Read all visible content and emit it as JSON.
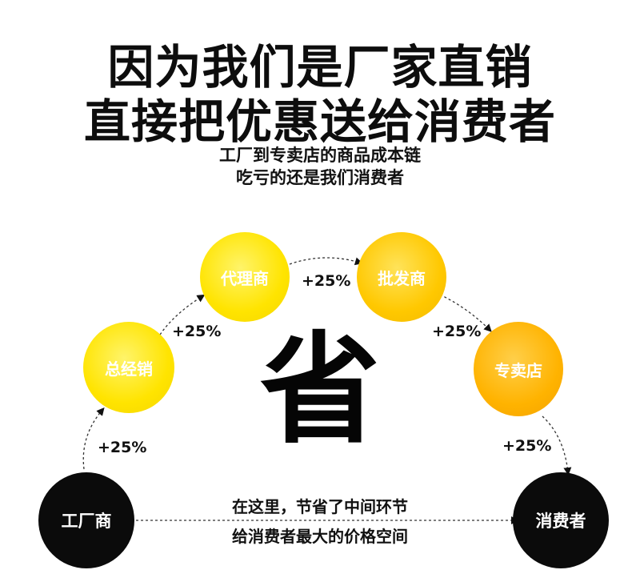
{
  "headline": {
    "line1": "因为我们是厂家直销",
    "line2": "直接把优惠送给消费者"
  },
  "subtitle": {
    "line1": "工厂到专卖店的商品成本链",
    "line2": "吃亏的还是我们消费者"
  },
  "chain": {
    "factory": "工厂商",
    "general_distributor": "总经销",
    "agent": "代理商",
    "wholesaler": "批发商",
    "store": "专卖店",
    "consumer": "消费者"
  },
  "markups": {
    "m1": "+25%",
    "m2": "+25%",
    "m3": "+25%",
    "m4": "+25%",
    "m5": "+25%"
  },
  "center_mark": "省",
  "bottom_note": {
    "line1": "在这里，节省了中间环节",
    "line2": "给消费者最大的价格空间"
  },
  "colors": {
    "node_yellow": "#ffe400",
    "node_orange": "#ffb300",
    "node_black": "#0b0b0b",
    "text_dark": "#111111"
  }
}
